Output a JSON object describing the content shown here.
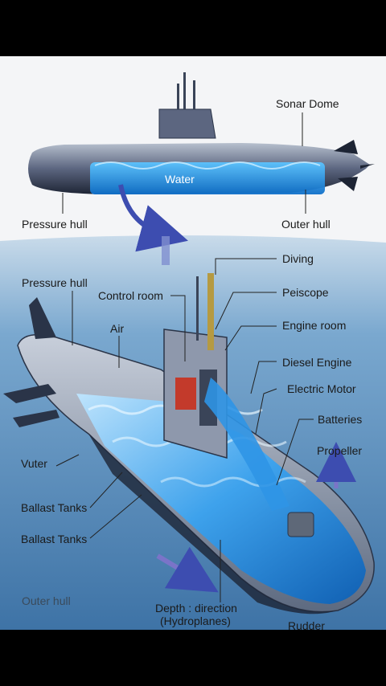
{
  "labels": {
    "sonar_dome": "Sonar Dome",
    "water": "Water",
    "pressure_hull_top": "Pressure hull",
    "outer_hull_top": "Outer hull",
    "diving": "Diving",
    "pressure_hull": "Pressure hull",
    "control_room": "Control room",
    "periscope": "Peiscope",
    "air": "Air",
    "engine_room": "Engine room",
    "diesel_engine": "Diesel Engine",
    "electric_motor": "Electric Motor",
    "batteries": "Batteries",
    "propeller": "Propeller",
    "vuter": "Vuter",
    "ballast_tanks_1": "Ballast Tanks",
    "ballast_tanks_2": "Ballast Tanks",
    "outer_hull": "Outer hull",
    "depth_direction_1": "Depth : direction",
    "depth_direction_2": "(Hydroplanes)",
    "rudder": "Rudder"
  },
  "colors": {
    "sky": "#f4f5f7",
    "sea": "#5f93bf",
    "hull_dark": "#2a3448",
    "hull_light": "#9aa4b6",
    "water": "#1f8fe0",
    "arrow": "#3d4db0"
  }
}
